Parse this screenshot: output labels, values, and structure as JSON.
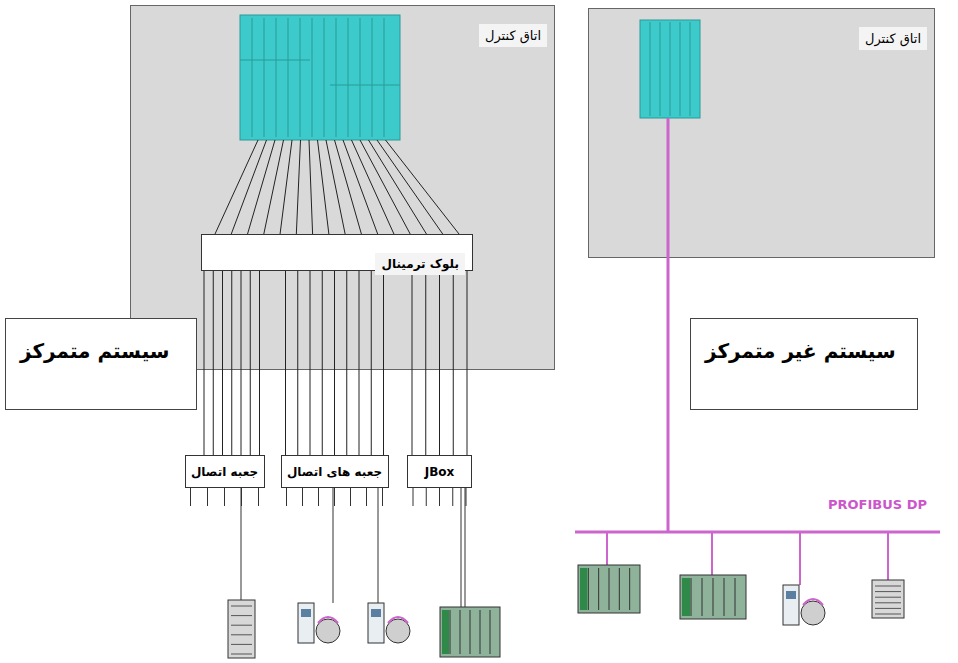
{
  "diagram": {
    "nodes": [
      {
        "text": [
          "اتاق کنترل"
        ]
      },
      {
        "text": [
          "بلوک ترمینال"
        ],
        "in": 0
      },
      {
        "text": [
          "سیستم متمرکز"
        ]
      },
      {
        "text": [
          "جعبه اتصال"
        ]
      },
      {
        "text": [
          "جعبه های اتصال"
        ]
      },
      {
        "text": [
          "JBox"
        ]
      },
      {
        "text": [
          "اتاق کنترل"
        ]
      },
      {
        "text": [
          "سیستم غیر متمرکز"
        ]
      }
    ],
    "edges": [
      {
        "from": 1,
        "to": 3,
        "arrow": "none"
      },
      {
        "from": 1,
        "to": 4,
        "arrow": "none"
      },
      {
        "from": 1,
        "to": 5,
        "arrow": "none"
      }
    ],
    "labels": [
      "PROFIBUS DP"
    ]
  }
}
